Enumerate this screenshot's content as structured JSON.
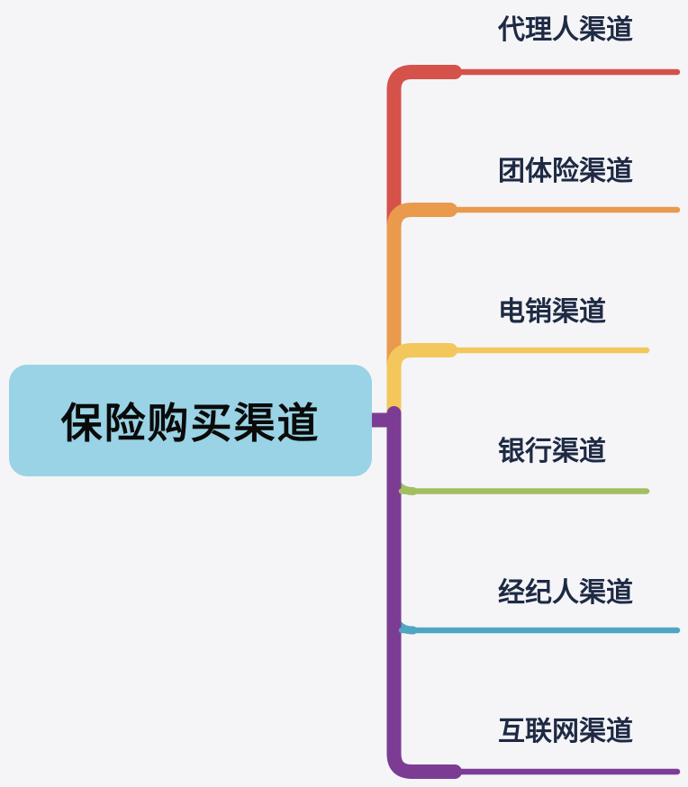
{
  "canvas": {
    "background": "#F5F5F8",
    "label_color": "#1E2A44"
  },
  "root": {
    "label": "保险购买渠道",
    "fill": "#99D3E5",
    "text_color": "#0A0A0A"
  },
  "branches": [
    {
      "label": "代理人渠道",
      "color": "#D5524B"
    },
    {
      "label": "团体险渠道",
      "color": "#E99A4D"
    },
    {
      "label": "电销渠道",
      "color": "#F3C75C"
    },
    {
      "label": "银行渠道",
      "color": "#A3BE61"
    },
    {
      "label": "经纪人渠道",
      "color": "#50A5C4"
    },
    {
      "label": "互联网渠道",
      "color": "#7C3C94"
    }
  ]
}
